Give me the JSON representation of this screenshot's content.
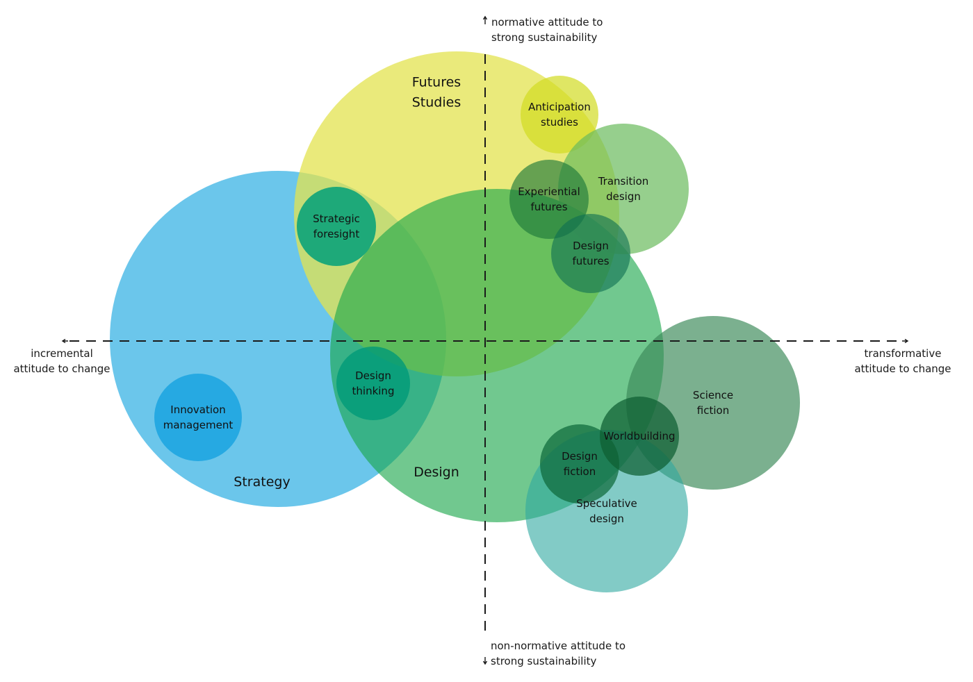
{
  "axes": {
    "top": [
      "normative attitude to",
      "strong sustainability"
    ],
    "bottom": [
      "non-normative attitude to",
      "strong sustainability"
    ],
    "left": [
      "incremental",
      "attitude to change"
    ],
    "right": [
      "transformative",
      "attitude to change"
    ]
  },
  "fields": [
    {
      "id": "strategy",
      "label": [
        "Strategy"
      ],
      "color": "#41b6e6",
      "opacity": 0.78
    },
    {
      "id": "futures-studies",
      "label": [
        "Futures",
        "Studies"
      ],
      "color": "#e3e34f",
      "opacity": 0.75
    },
    {
      "id": "design",
      "label": [
        "Design"
      ],
      "color": "#1aa64a",
      "opacity": 0.62
    }
  ],
  "practices": [
    {
      "id": "innovation-management",
      "label": [
        "Innovation",
        "management"
      ],
      "color": "#1aa3e0",
      "opacity": 0.85
    },
    {
      "id": "strategic-foresight",
      "label": [
        "Strategic",
        "foresight"
      ],
      "color": "#00a07a",
      "opacity": 0.85
    },
    {
      "id": "design-thinking",
      "label": [
        "Design",
        "thinking"
      ],
      "color": "#009a78",
      "opacity": 0.8
    },
    {
      "id": "anticipation-studies",
      "label": [
        "Anticipation",
        "studies"
      ],
      "color": "#d2dc22",
      "opacity": 0.7
    },
    {
      "id": "transition-design",
      "label": [
        "Transition",
        "design"
      ],
      "color": "#69ba5c",
      "opacity": 0.7
    },
    {
      "id": "experiential-futures",
      "label": [
        "Experiential",
        "futures"
      ],
      "color": "#1e7a3a",
      "opacity": 0.65
    },
    {
      "id": "design-futures",
      "label": [
        "Design",
        "futures"
      ],
      "color": "#0d6e52",
      "opacity": 0.6
    },
    {
      "id": "science-fiction",
      "label": [
        "Science",
        "fiction"
      ],
      "color": "#3c8a5a",
      "opacity": 0.68
    },
    {
      "id": "speculative-design",
      "label": [
        "Speculative",
        "design"
      ],
      "color": "#2ea8a0",
      "opacity": 0.6
    },
    {
      "id": "design-fiction",
      "label": [
        "Design",
        "fiction"
      ],
      "color": "#0e6a3a",
      "opacity": 0.72
    },
    {
      "id": "worldbuilding",
      "label": [
        "Worldbuilding"
      ],
      "color": "#0e5e32",
      "opacity": 0.72
    }
  ]
}
